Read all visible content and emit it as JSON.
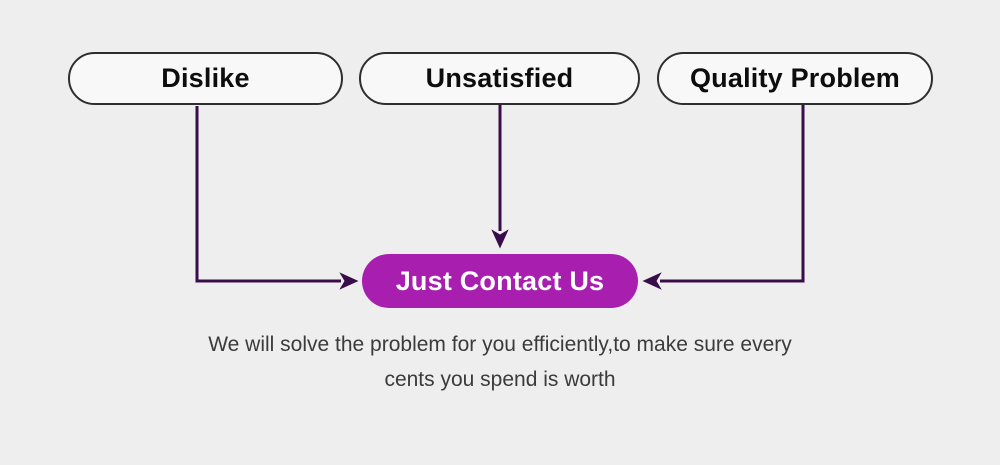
{
  "nodes": [
    {
      "label": "Dislike"
    },
    {
      "label": "Unsatisfied"
    },
    {
      "label": "Quality Problem"
    }
  ],
  "cta": {
    "label": "Just Contact Us"
  },
  "caption": {
    "line1": "We will solve the problem for you efficiently,to make sure every",
    "line2": "cents you spend is worth"
  },
  "colors": {
    "background": "#efeeee",
    "node_fill": "#f9f8f8",
    "node_border": "#2e2e2e",
    "node_text": "#0d0d0d",
    "cta_fill": "#a81fb0",
    "cta_text": "#ffffff",
    "arrow": "#380d4a",
    "caption_text": "#3b3b3b"
  }
}
